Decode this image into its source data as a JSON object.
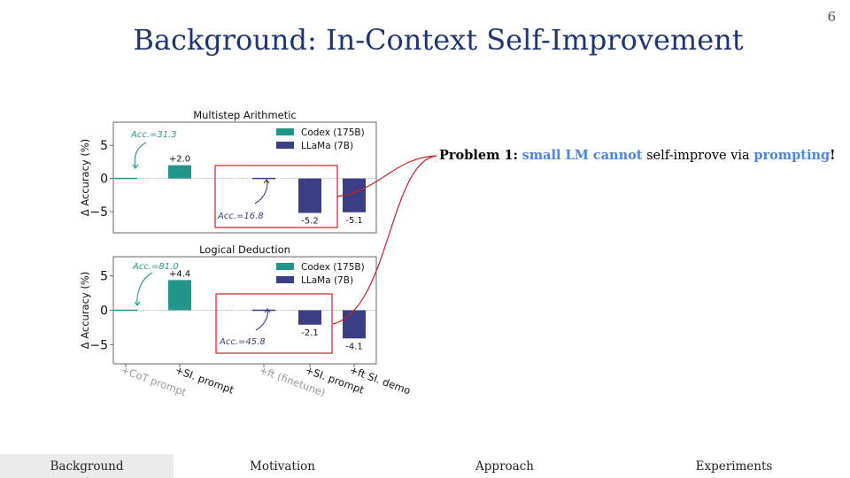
{
  "slide": {
    "page_number": "6",
    "title": "Background: In-Context Self-Improvement"
  },
  "problem": {
    "label": "Problem 1",
    "colon": ":",
    "part_highlight_1": "small LM cannot",
    "part_plain": "self-improve via",
    "part_highlight_2": "prompting",
    "end": "!"
  },
  "nav": [
    {
      "label": "Background",
      "active": true
    },
    {
      "label": "Motivation",
      "active": false
    },
    {
      "label": "Approach",
      "active": false
    },
    {
      "label": "Experiments",
      "active": false
    }
  ],
  "colors": {
    "codex": "#23968c",
    "llama": "#3b3e84",
    "box": "#cc2020",
    "muted": "#999999",
    "title": "#1f3473",
    "highlight": "#4a86e8"
  },
  "chart_data": [
    {
      "type": "bar",
      "title": "Multistep Arithmetic",
      "ylabel": "Δ Accuracy (%)",
      "ylim": [
        -8.2,
        8.5
      ],
      "yticks": [
        {
          "value": 5,
          "label": "5"
        },
        {
          "value": 0,
          "label": "0"
        },
        {
          "value": -5,
          "label": "−5"
        }
      ],
      "legend": {
        "position": "top-right",
        "entries": [
          "Codex (175B)",
          "LLaMa (7B)"
        ]
      },
      "bars": [
        {
          "slot": 0,
          "series": "Codex (175B)",
          "value": 0,
          "label": ""
        },
        {
          "slot": 1,
          "series": "Codex (175B)",
          "value": 2.0,
          "label": "+2.0"
        },
        {
          "slot": 2,
          "series": "LLaMa (7B)",
          "value": 0,
          "label": ""
        },
        {
          "slot": 3,
          "series": "LLaMa (7B)",
          "value": -5.2,
          "label": "-5.2"
        },
        {
          "slot": 4,
          "series": "LLaMa (7B)",
          "value": -5.1,
          "label": "-5.1"
        }
      ],
      "annotations": [
        {
          "text": "Acc.=31.3",
          "series": "Codex (175B)"
        },
        {
          "text": "Acc.=16.8",
          "series": "LLaMa (7B)"
        }
      ]
    },
    {
      "type": "bar",
      "title": "Logical Deduction",
      "ylabel": "Δ Accuracy (%)",
      "ylim": [
        -7.8,
        7.8
      ],
      "yticks": [
        {
          "value": 5,
          "label": "5"
        },
        {
          "value": 0,
          "label": "0"
        },
        {
          "value": -5,
          "label": "−5"
        }
      ],
      "legend": {
        "position": "top-right",
        "entries": [
          "Codex (175B)",
          "LLaMa (7B)"
        ]
      },
      "categories": [
        "+CoT prompt",
        "+SI. prompt",
        "+ft (finetune)",
        "+SI. prompt",
        "+ft SI. demo"
      ],
      "bars": [
        {
          "slot": 0,
          "series": "Codex (175B)",
          "value": 0,
          "label": ""
        },
        {
          "slot": 1,
          "series": "Codex (175B)",
          "value": 4.4,
          "label": "+4.4"
        },
        {
          "slot": 2,
          "series": "LLaMa (7B)",
          "value": 0,
          "label": ""
        },
        {
          "slot": 3,
          "series": "LLaMa (7B)",
          "value": -2.1,
          "label": "-2.1"
        },
        {
          "slot": 4,
          "series": "LLaMa (7B)",
          "value": -4.1,
          "label": "-4.1"
        }
      ],
      "annotations": [
        {
          "text": "Acc.=81.0",
          "series": "Codex (175B)"
        },
        {
          "text": "Acc.=45.8",
          "series": "LLaMa (7B)"
        }
      ]
    }
  ]
}
